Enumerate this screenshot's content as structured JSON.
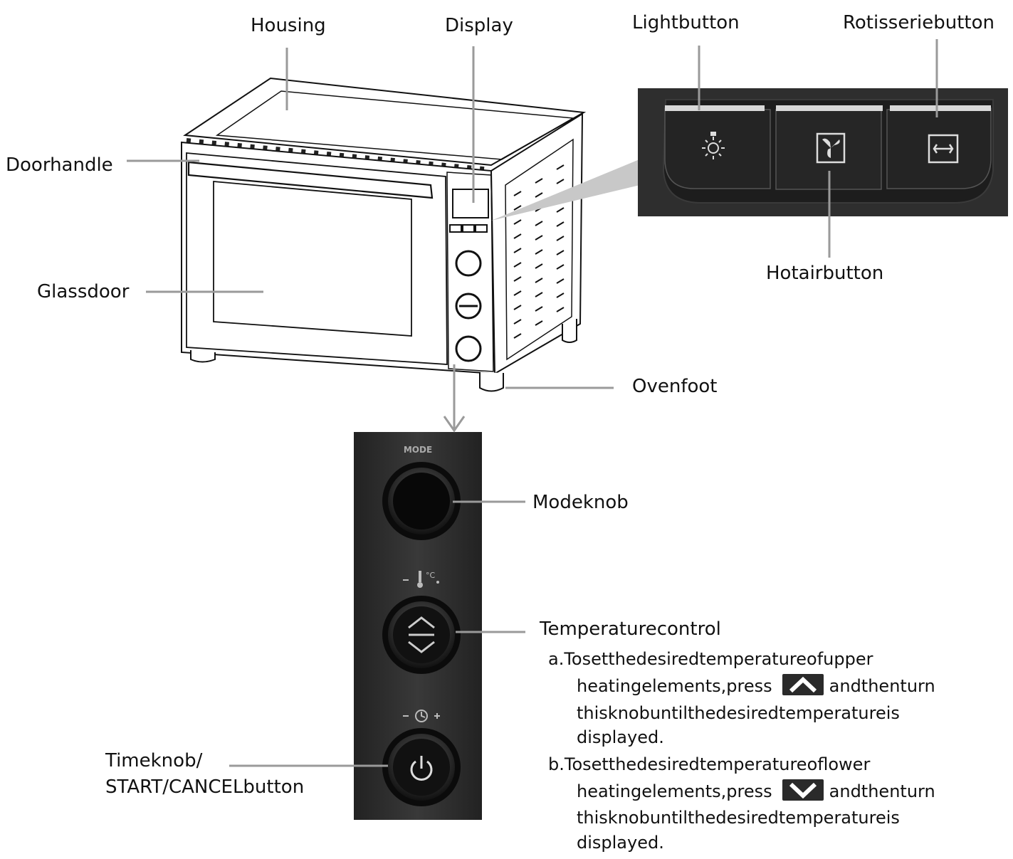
{
  "labels": {
    "housing": "Housing",
    "display": "Display",
    "light_button": "Lightbutton",
    "rotisserie_button": "Rotisseriebutton",
    "door_handle": "Doorhandle",
    "glass_door": "Glassdoor",
    "hot_air_button": "Hotairbutton",
    "oven_foot": "Ovenfoot",
    "mode_knob": "Modeknob",
    "temperature_control": "Temperaturecontrol",
    "time_knob_line1": "Timeknob/",
    "time_knob_line2": "START/CANCELbutton"
  },
  "panel": {
    "mode_text": "MODE"
  },
  "instructions": {
    "a_line1": "a.Tosetthedesiredtemperatureofupper",
    "a_line2_pre": "heatingelements,press",
    "a_line2_post": "andthenturn",
    "a_line3": "thisknobuntilthedesiredtemperatureis",
    "a_line4": "displayed.",
    "b_line1": "b.Tosetthedesiredtemperatureoflower",
    "b_line2_pre": "heatingelements,press",
    "b_line2_post": "andthenturn",
    "b_line3": "thisknobuntilthedesiredtemperatureis",
    "b_line4": "displayed."
  },
  "icons": {
    "light": "light-bulb-icon",
    "hot_air": "fan-icon",
    "rotisserie": "rotisserie-icon",
    "up": "chevron-up-icon",
    "down": "chevron-down-icon",
    "power": "power-icon",
    "thermometer": "thermometer-icon",
    "clock": "clock-icon"
  },
  "colors": {
    "leader": "#9a9a9a",
    "panel": "#2b2b2b",
    "knob": "#0d0d0d"
  }
}
